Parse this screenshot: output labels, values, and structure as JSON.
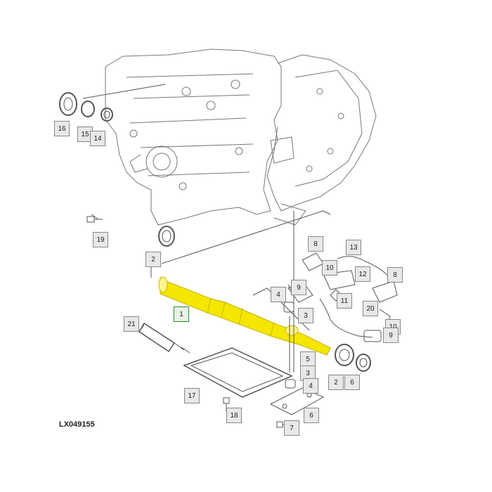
{
  "figure_id": "LX049155",
  "callouts": [
    {
      "key": "16",
      "label": "16"
    },
    {
      "key": "15",
      "label": "15"
    },
    {
      "key": "14",
      "label": "14"
    },
    {
      "key": "19",
      "label": "19"
    },
    {
      "key": "2a",
      "label": "2"
    },
    {
      "key": "8a",
      "label": "8"
    },
    {
      "key": "13",
      "label": "13"
    },
    {
      "key": "10a",
      "label": "10"
    },
    {
      "key": "12",
      "label": "12"
    },
    {
      "key": "8b",
      "label": "8"
    },
    {
      "key": "9a",
      "label": "9"
    },
    {
      "key": "4a",
      "label": "4"
    },
    {
      "key": "11",
      "label": "11"
    },
    {
      "key": "3a",
      "label": "3"
    },
    {
      "key": "20",
      "label": "20"
    },
    {
      "key": "10b",
      "label": "10"
    },
    {
      "key": "9b",
      "label": "9"
    },
    {
      "key": "1",
      "label": "1"
    },
    {
      "key": "21",
      "label": "21"
    },
    {
      "key": "5",
      "label": "5"
    },
    {
      "key": "3b",
      "label": "3"
    },
    {
      "key": "4b",
      "label": "4"
    },
    {
      "key": "2b",
      "label": "2"
    },
    {
      "key": "6a",
      "label": "6"
    },
    {
      "key": "17",
      "label": "17"
    },
    {
      "key": "6b",
      "label": "6"
    },
    {
      "key": "18",
      "label": "18"
    },
    {
      "key": "7",
      "label": "7"
    }
  ],
  "colors": {
    "highlight": "#f5e600",
    "highlight_edge": "#c8b800",
    "line": "#555555",
    "callout_highlight": "#2e8b2e"
  }
}
